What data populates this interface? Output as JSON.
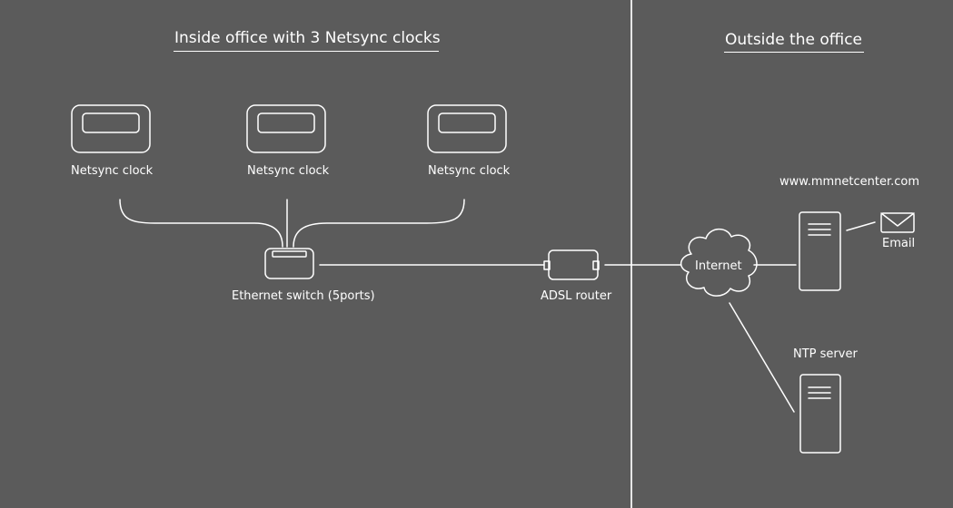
{
  "sections": {
    "inside": {
      "title": "Inside office with 3 Netsync clocks"
    },
    "outside": {
      "title": "Outside the office"
    }
  },
  "nodes": {
    "clock_1": {
      "label": "Netsync clock",
      "icon": "clock-device-icon"
    },
    "clock_2": {
      "label": "Netsync clock",
      "icon": "clock-device-icon"
    },
    "clock_3": {
      "label": "Netsync clock",
      "icon": "clock-device-icon"
    },
    "switch": {
      "label": "Ethernet switch (5ports)",
      "icon": "switch-icon"
    },
    "router": {
      "label": "ADSL router",
      "icon": "router-icon"
    },
    "internet": {
      "label": "Internet",
      "icon": "cloud-icon"
    },
    "web_server": {
      "label": "www.mmnetcenter.com",
      "icon": "server-icon"
    },
    "email": {
      "label": "Email",
      "icon": "envelope-icon"
    },
    "ntp_server": {
      "label": "NTP server",
      "icon": "server-icon"
    }
  },
  "colors": {
    "background": "#5b5b5b",
    "line": "#ffffff",
    "divider": "#e6e6e6"
  }
}
